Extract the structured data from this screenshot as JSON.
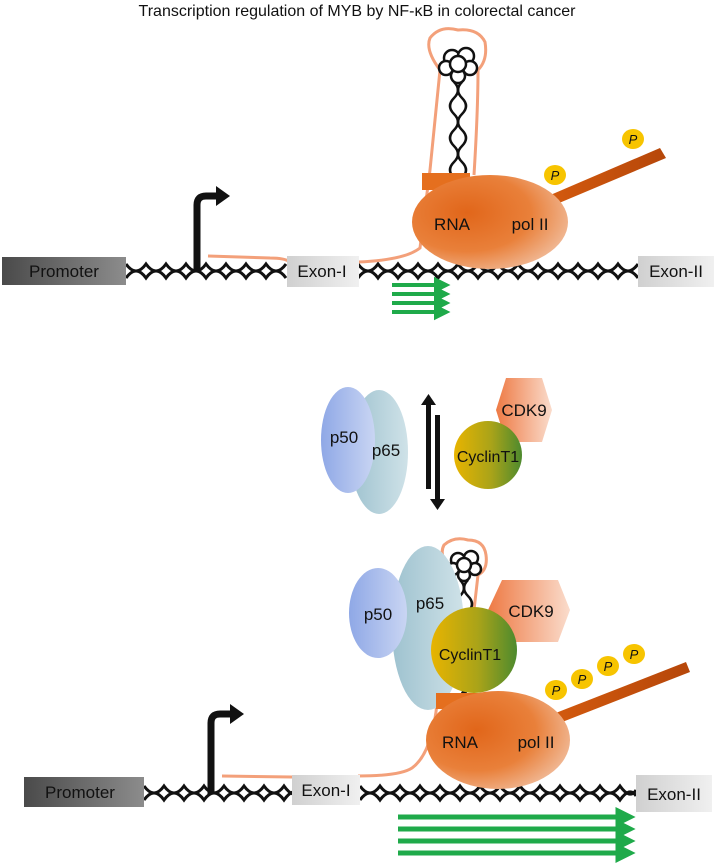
{
  "title": "Transcription regulation of MYB by NF-κB in colorectal cancer",
  "labels": {
    "promoter": "Promoter",
    "exon1": "Exon-I",
    "exon2": "Exon-II",
    "rna": "RNA",
    "pol2": "pol II",
    "p50": "p50",
    "p65": "p65",
    "cdk9": "CDK9",
    "cyclin": "CyclinT1",
    "phos": "P"
  },
  "colors": {
    "pol": "#e56f1e",
    "rna_strand": "#f3a07a",
    "dna": "#111111",
    "green": "#1faa4a",
    "phos": "#f7c400",
    "box_dark": "#595959",
    "box_light": "#d6d6d6"
  }
}
